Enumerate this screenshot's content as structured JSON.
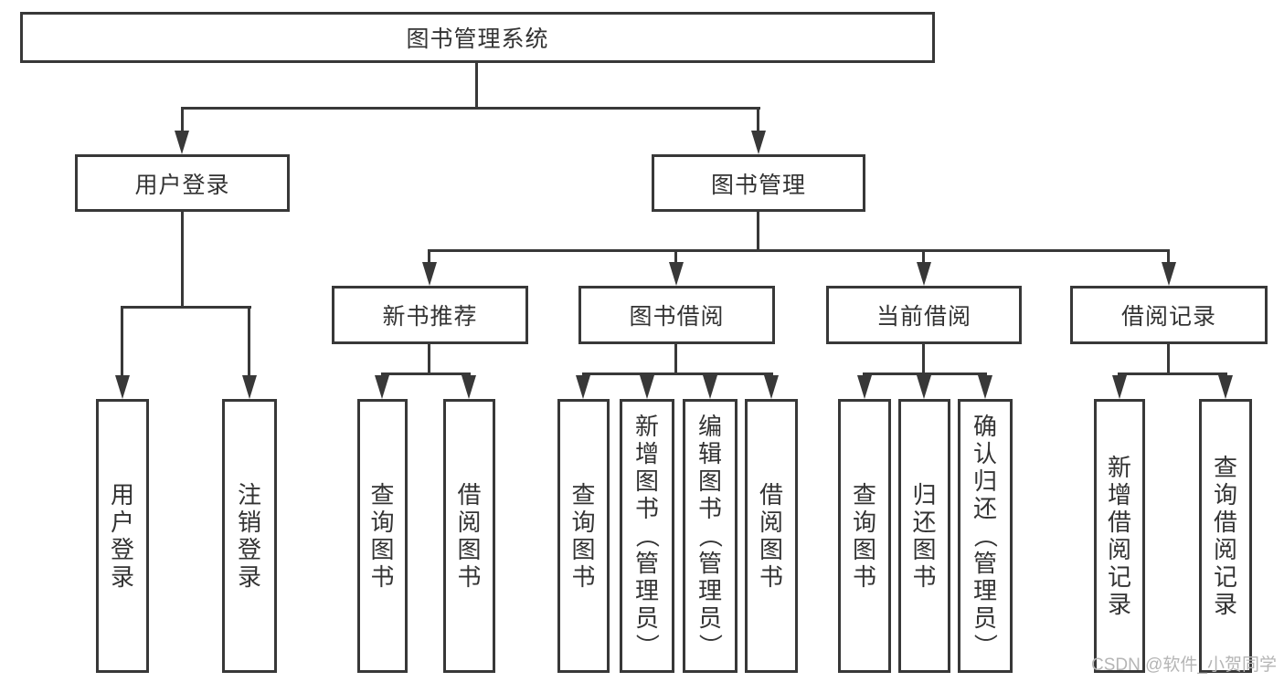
{
  "diagram": {
    "root": "图书管理系统",
    "branches": {
      "user": {
        "label": "用户登录",
        "children": [
          "用户登录",
          "注销登录"
        ]
      },
      "books": {
        "label": "图书管理",
        "groups": [
          {
            "label": "新书推荐",
            "children": [
              "查询图书",
              "借阅图书"
            ]
          },
          {
            "label": "图书借阅",
            "children": [
              "查询图书",
              "新增图书（管理员）",
              "编辑图书（管理员）",
              "借阅图书"
            ]
          },
          {
            "label": "当前借阅",
            "children": [
              "查询图书",
              "归还图书",
              "确认归还（管理员）"
            ]
          },
          {
            "label": "借阅记录",
            "children": [
              "新增借阅记录",
              "查询借阅记录"
            ]
          }
        ]
      }
    }
  },
  "watermark": "CSDN @软件_小贺同学",
  "colors": {
    "line": "#383838",
    "text": "#333333",
    "watermark": "#b5b5b5",
    "background": "#ffffff"
  }
}
